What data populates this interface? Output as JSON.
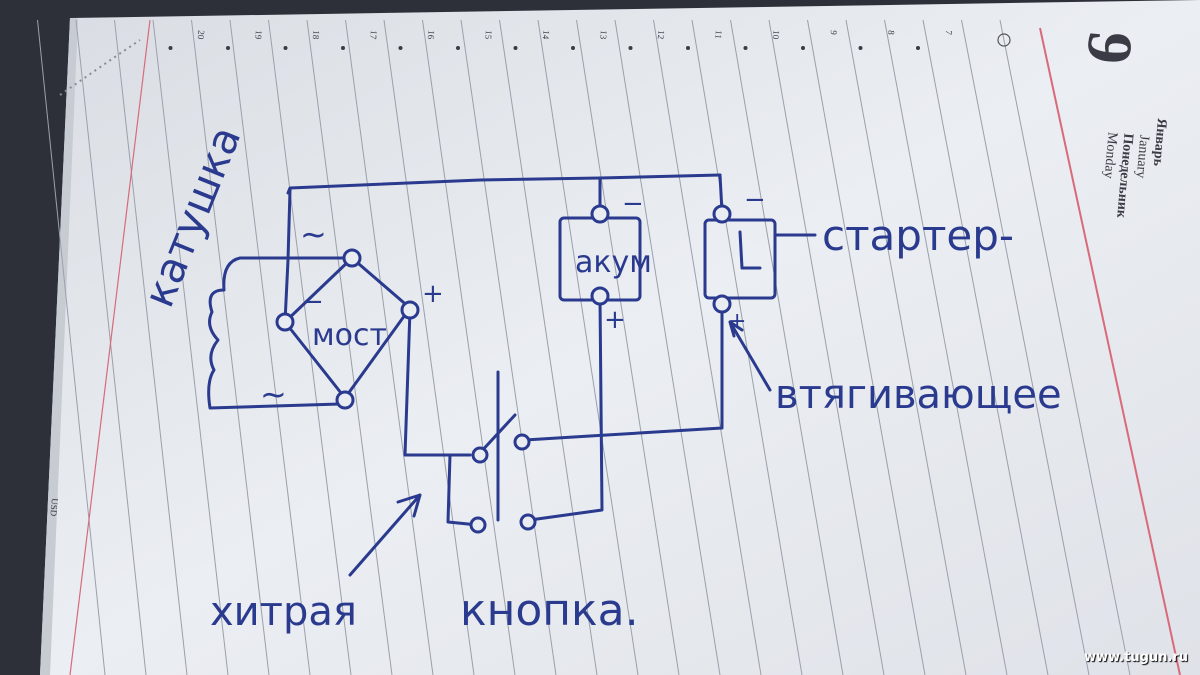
{
  "watermark": "www.tugun.ru",
  "diary": {
    "day_number": "9",
    "month_ru": "Январь",
    "month_en": "January",
    "weekday_ru": "Понедельник",
    "weekday_en": "Monday",
    "currency_label": "USD",
    "hours": [
      "7",
      "8",
      "9",
      "10",
      "11",
      "12",
      "13",
      "14",
      "15",
      "16",
      "17",
      "18",
      "19",
      "20"
    ]
  },
  "sketch": {
    "coil_label": "катушка",
    "bridge_label": "мост",
    "battery_label": "акум",
    "starter_label": "стартер-",
    "retractor_label": "втягивающее",
    "button_label_1": "хитрая",
    "button_label_2": "кнопка.",
    "ac_symbol": "~",
    "plus_symbol": "+",
    "minus_symbol": "−"
  },
  "colors": {
    "ink": "#2a3a8e",
    "paper": "#e9ecf0",
    "margin_line": "#d86a7a",
    "rule_line": "#9aa0ac",
    "background": "#2e3039"
  }
}
